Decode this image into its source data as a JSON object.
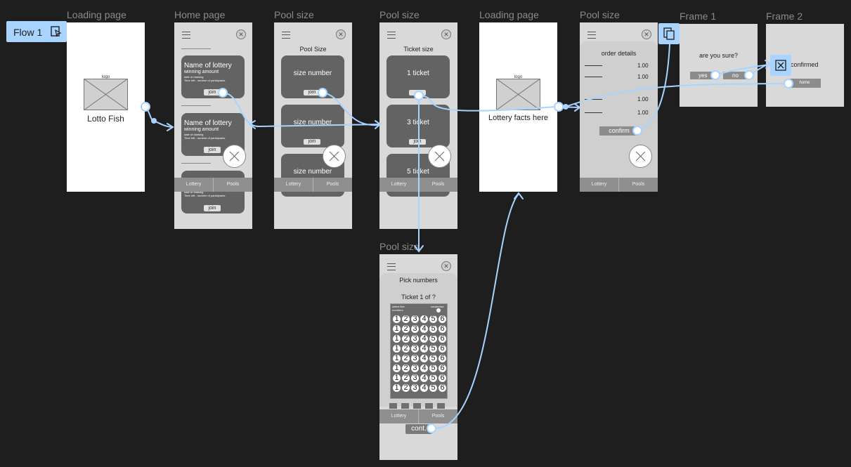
{
  "flow": {
    "label": "Flow 1",
    "icon": "play-icon"
  },
  "colors": {
    "canvas": "#1e1e1e",
    "frame": "#d9d9d9",
    "card": "#636363",
    "flow_line": "#a8d4ff"
  },
  "frames": {
    "loading1": {
      "title": "Loading page",
      "logo": "logo",
      "text": "Lotto Fish"
    },
    "home": {
      "title": "Home page",
      "cards": [
        {
          "name": "Name of lottery",
          "amount": "winning amount",
          "d1": "date of drawing",
          "d2": "Time left - number of participants",
          "join": "join"
        },
        {
          "name": "Name of lottery",
          "amount": "winning amount",
          "d1": "date of drawing",
          "d2": "Time left - number of participants",
          "join": "join"
        },
        {
          "name": "",
          "amount": "",
          "d1": "date of drawing",
          "d2": "Time left - number of participants",
          "join": "join"
        }
      ],
      "tabs": [
        "Lottery",
        "Pools"
      ]
    },
    "pool1": {
      "title": "Pool size",
      "heading": "Pool Size",
      "cards": [
        "size number",
        "size number",
        "size number"
      ],
      "join": "join",
      "tabs": [
        "Lottery",
        "Pools"
      ]
    },
    "pool2": {
      "title": "Pool size",
      "heading": "Ticket size",
      "cards": [
        "1 ticket",
        "3 ticket",
        "5 ticket"
      ],
      "join": "join",
      "tabs": [
        "Lottery",
        "Pools"
      ]
    },
    "loading2": {
      "title": "Loading page",
      "logo": "logo",
      "text": "Lottery facts here"
    },
    "order": {
      "title": "Pool size",
      "heading": "order details",
      "values": [
        "1.00",
        "1.00",
        "1.00",
        "1.00"
      ],
      "confirm": "confirm",
      "tabs": [
        "Lottery",
        "Pools"
      ]
    },
    "frame1": {
      "title": "Frame 1",
      "question": "are you sure?",
      "yes": "yes",
      "no": "no"
    },
    "frame2": {
      "title": "Frame 2",
      "text": "confirmed",
      "home": "home"
    },
    "pick": {
      "title": "Pool size",
      "heading": "Pick numbers",
      "sub": "Ticket 1 of ?",
      "select": "select five numbers",
      "randomize": "randomize",
      "digits": [
        "1",
        "2",
        "3",
        "4",
        "5",
        "6"
      ],
      "tabs": [
        "Lottery",
        "Pools"
      ],
      "cont": "cont."
    }
  }
}
